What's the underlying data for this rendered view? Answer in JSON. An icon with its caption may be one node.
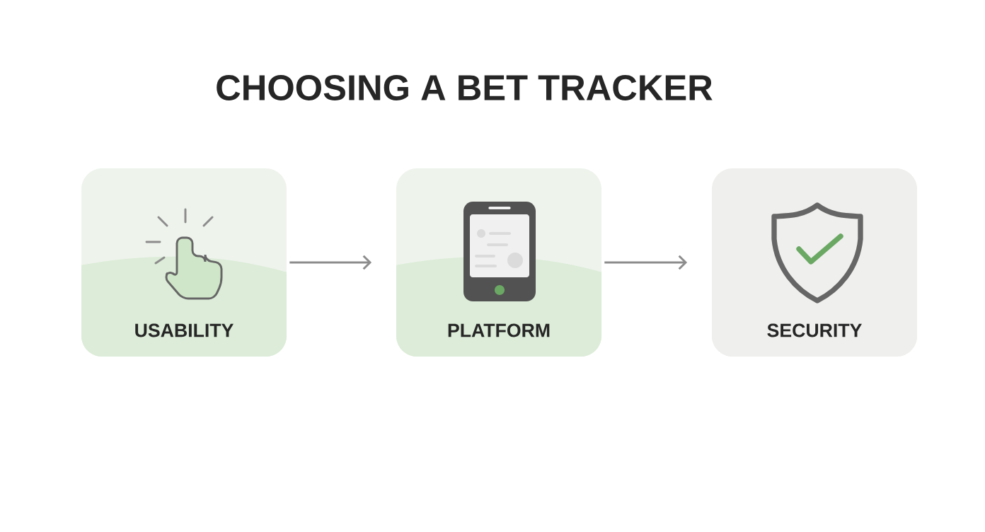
{
  "diagram": {
    "title": "CHOOSING A BET TRACKER",
    "nodes": [
      {
        "text": [
          "USABILITY"
        ]
      },
      {
        "text": [
          "PLATFORM"
        ]
      },
      {
        "text": [
          "SECURITY"
        ]
      }
    ],
    "edges": [
      {
        "from": 0,
        "to": 1,
        "arrow": "to"
      },
      {
        "from": 1,
        "to": 2,
        "arrow": "to"
      }
    ]
  }
}
